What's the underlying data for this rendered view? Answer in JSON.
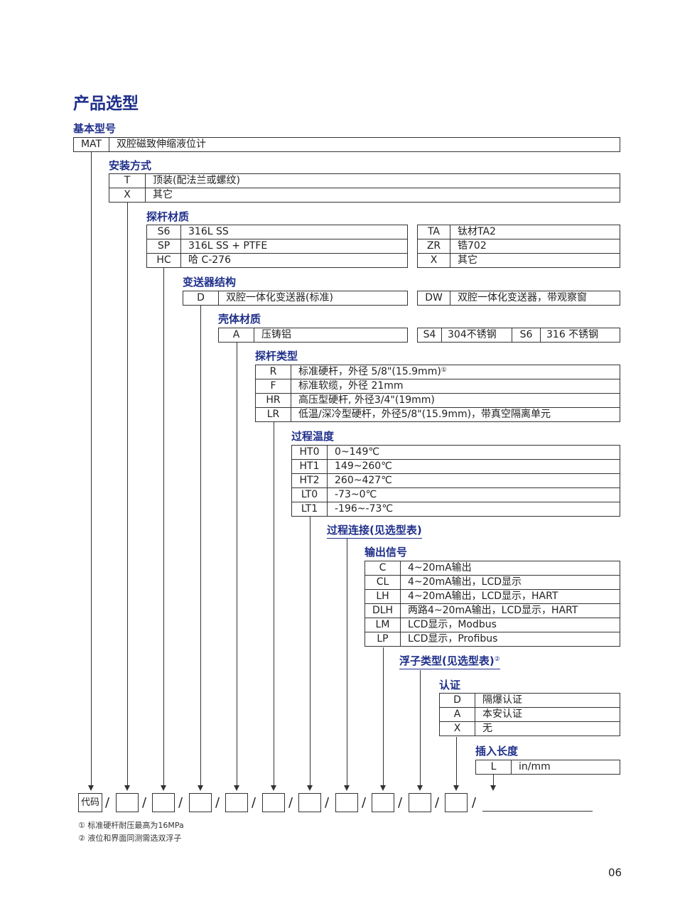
{
  "page_title": "产品选型",
  "sections": {
    "base": {
      "heading": "基本型号",
      "rows": [
        [
          "MAT",
          "双腔磁致伸缩液位计"
        ]
      ]
    },
    "mount": {
      "heading": "安装方式",
      "rows": [
        [
          "T",
          "顶装(配法兰或螺纹)"
        ],
        [
          "X",
          "其它"
        ]
      ]
    },
    "rod": {
      "heading": "探杆材质",
      "left": [
        [
          "S6",
          "316L SS"
        ],
        [
          "SP",
          "316L SS + PTFE"
        ],
        [
          "HC",
          "哈 C-276"
        ]
      ],
      "right": [
        [
          "TA",
          "钛材TA2"
        ],
        [
          "ZR",
          "锆702"
        ],
        [
          "X",
          "其它"
        ]
      ]
    },
    "transmitter": {
      "heading": "变送器结构",
      "left": [
        [
          "D",
          "双腔一体化变送器(标准)"
        ]
      ],
      "right": [
        [
          "DW",
          "双腔一体化变送器，带观察窗"
        ]
      ]
    },
    "housing": {
      "heading": "壳体材质",
      "left": [
        [
          "A",
          "压铸铝"
        ]
      ],
      "right": [
        [
          "S4",
          "304不锈钢",
          "S6",
          "316 不锈钢"
        ]
      ]
    },
    "probe": {
      "heading": "探杆类型",
      "rows": [
        [
          "R",
          "标准硬杆，外径 5/8\"(15.9mm)"
        ],
        [
          "F",
          "标准软缆，外径 21mm"
        ],
        [
          "HR",
          "高压型硬杆, 外径3/4\"(19mm)"
        ],
        [
          "LR",
          "低温/深冷型硬杆，外径5/8\"(15.9mm)，带真空隔离单元"
        ]
      ],
      "note_mark": "①"
    },
    "temp": {
      "heading": "过程温度",
      "rows": [
        [
          "HT0",
          "0~149℃"
        ],
        [
          "HT1",
          "149~260℃"
        ],
        [
          "HT2",
          "260~427℃"
        ],
        [
          "LT0",
          "-73~0℃"
        ],
        [
          "LT1",
          "-196~-73℃"
        ]
      ]
    },
    "connection": {
      "heading": "过程连接(见选型表)"
    },
    "output": {
      "heading": "输出信号",
      "rows": [
        [
          "C",
          "4~20mA输出"
        ],
        [
          "CL",
          "4~20mA输出，LCD显示"
        ],
        [
          "LH",
          "4~20mA输出，LCD显示，HART"
        ],
        [
          "DLH",
          "两路4~20mA输出，LCD显示，HART"
        ],
        [
          "LM",
          "LCD显示，Modbus"
        ],
        [
          "LP",
          "LCD显示，Profibus"
        ]
      ]
    },
    "float": {
      "heading": "浮子类型(见选型表)",
      "note_mark": "②"
    },
    "cert": {
      "heading": "认证",
      "rows": [
        [
          "D",
          "隔爆认证"
        ],
        [
          "A",
          "本安认证"
        ],
        [
          "X",
          "无"
        ]
      ]
    },
    "length": {
      "heading": "插入长度",
      "rows": [
        [
          "L",
          "in/mm"
        ]
      ]
    }
  },
  "code_row": {
    "label": "代码",
    "separator": "/"
  },
  "notes": [
    "① 标准硬杆耐压最高为16MPa",
    "② 液位和界面同测需选双浮子"
  ],
  "page_number": "06",
  "colors": {
    "heading": "#1f2f8a",
    "line": "#333333"
  }
}
